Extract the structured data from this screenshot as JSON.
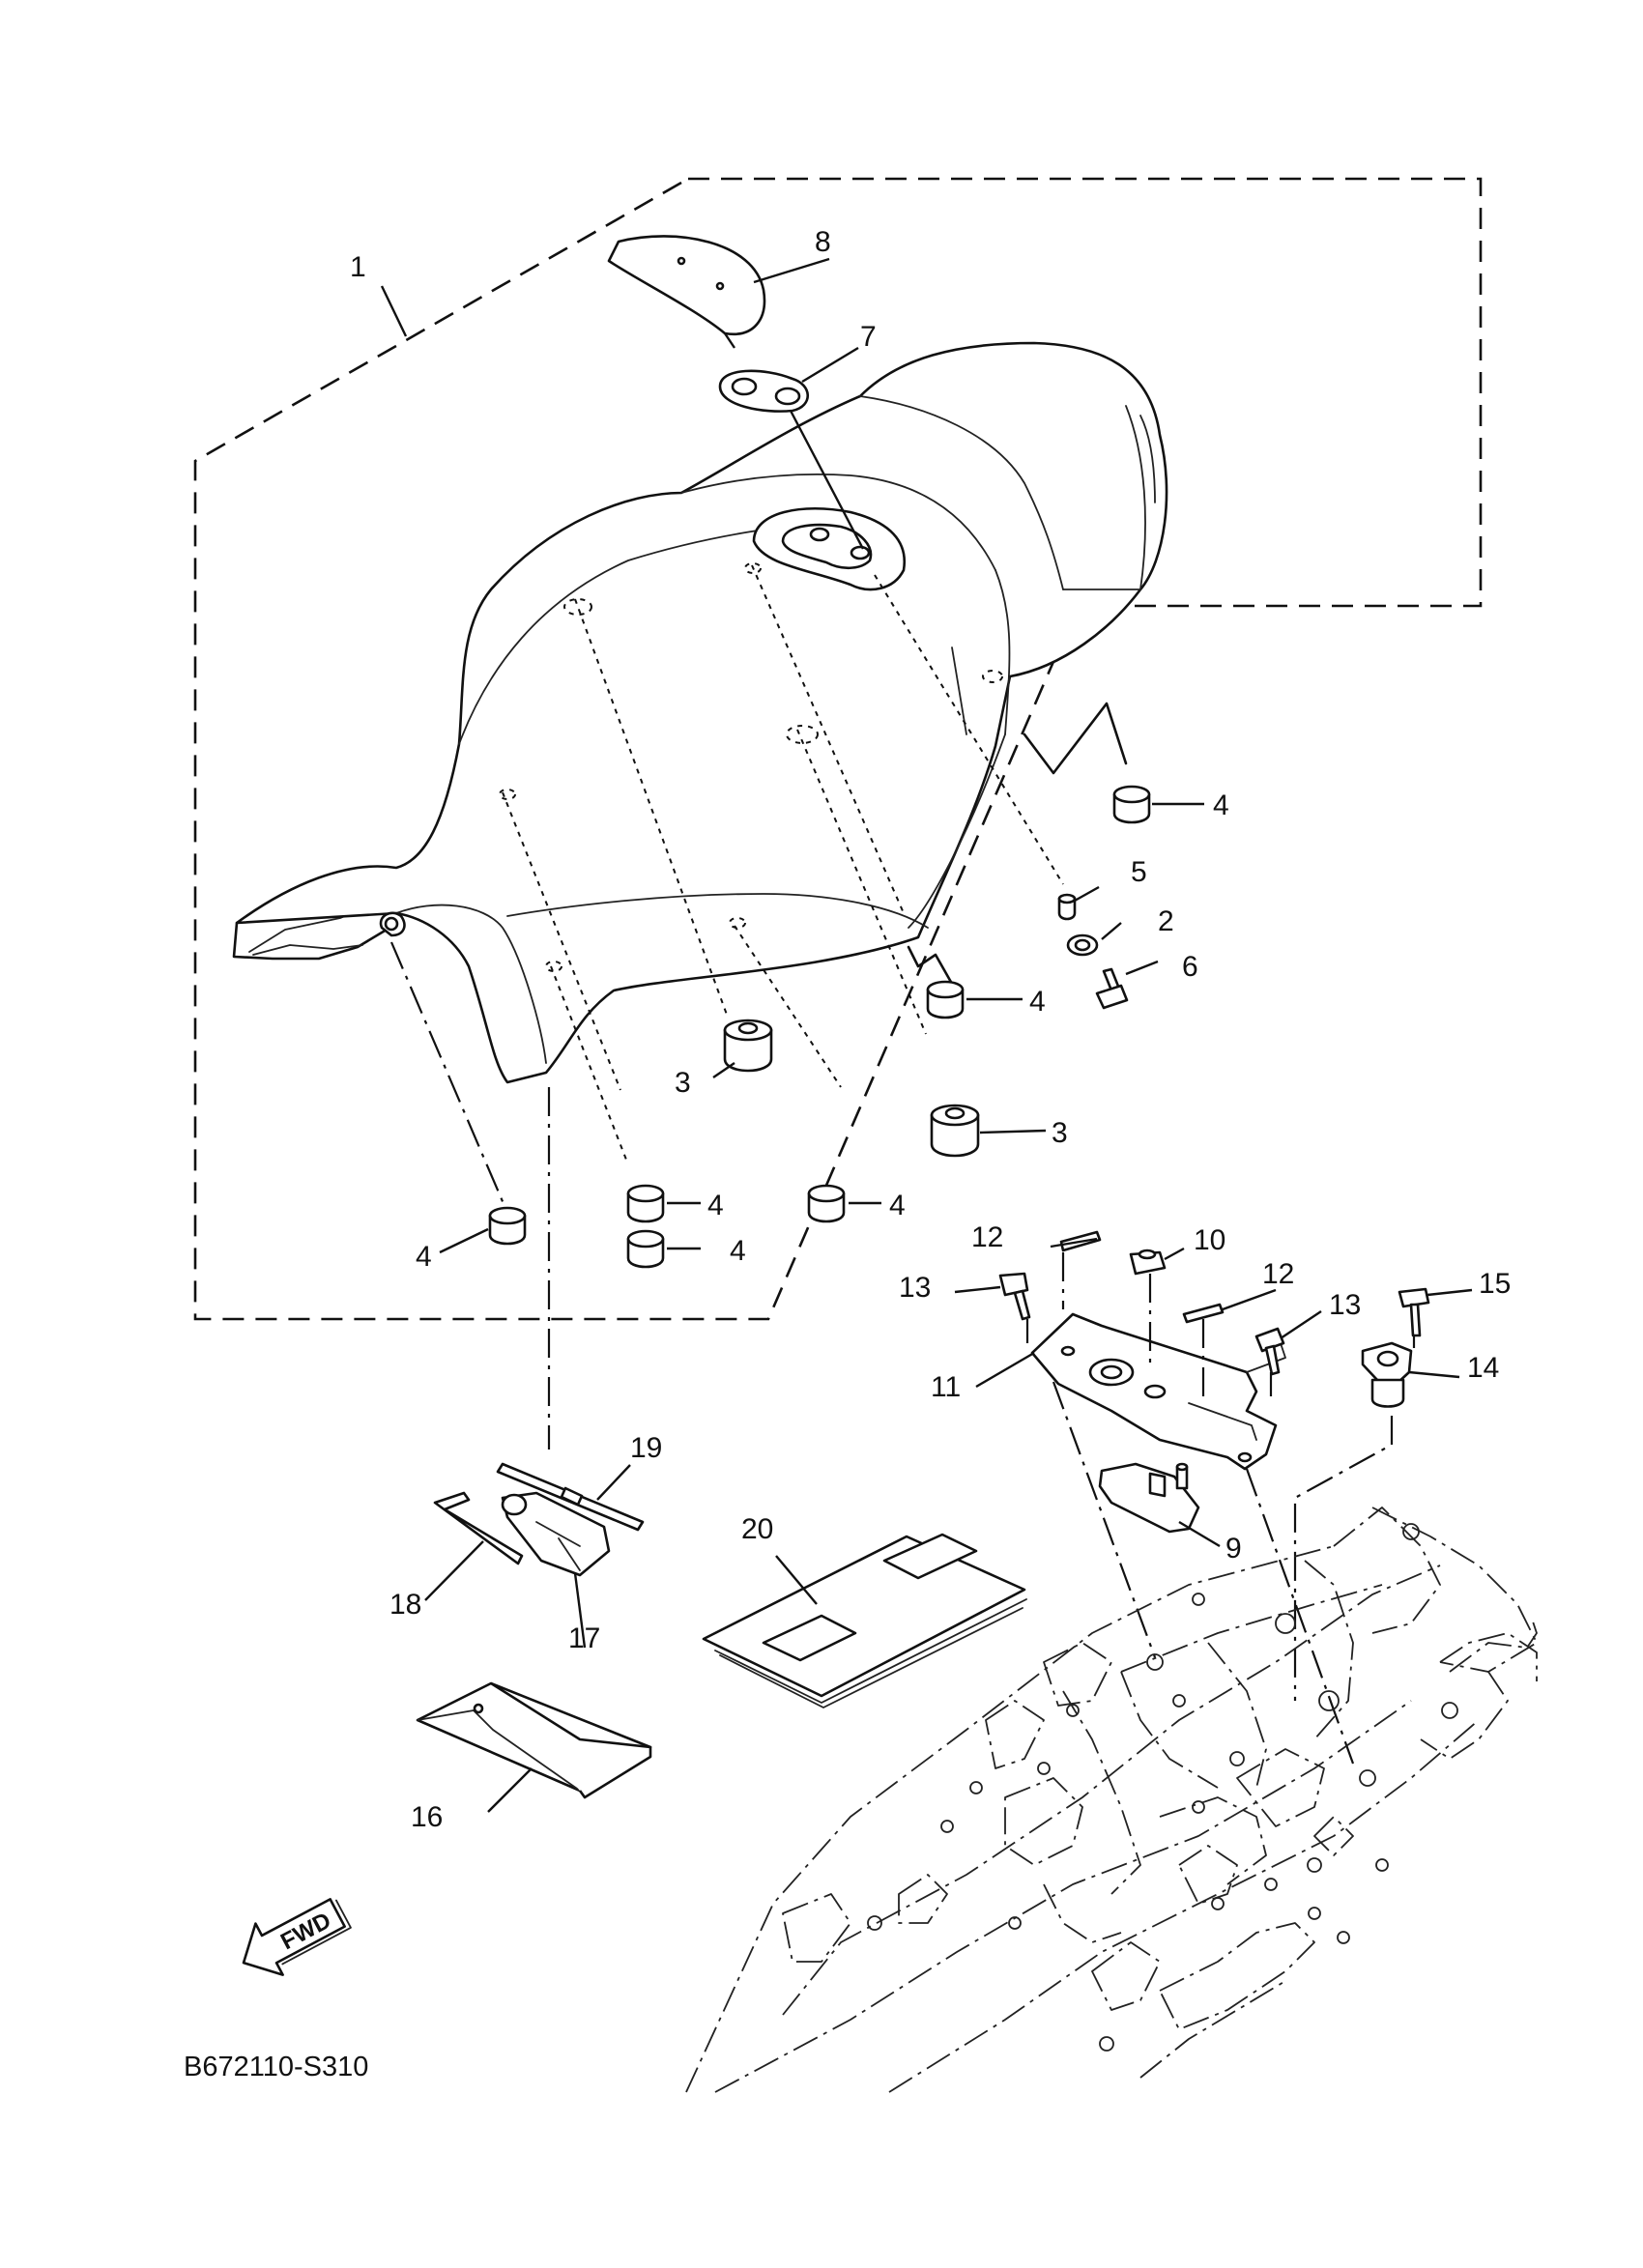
{
  "diagram": {
    "type": "exploded-parts-diagram",
    "drawing_code": "B672110-S310",
    "direction_marker": "FWD",
    "callouts": [
      {
        "id": "c1",
        "label": "1",
        "part": "seat-assembly"
      },
      {
        "id": "c2",
        "label": "2",
        "part": "washer"
      },
      {
        "id": "c3a",
        "label": "3",
        "part": "seat-damper"
      },
      {
        "id": "c3b",
        "label": "3",
        "part": "seat-damper"
      },
      {
        "id": "c4a",
        "label": "4",
        "part": "seat-damper"
      },
      {
        "id": "c4b",
        "label": "4",
        "part": "seat-damper"
      },
      {
        "id": "c4c",
        "label": "4",
        "part": "seat-damper"
      },
      {
        "id": "c4d",
        "label": "4",
        "part": "seat-damper"
      },
      {
        "id": "c4e",
        "label": "4",
        "part": "seat-damper"
      },
      {
        "id": "c4f",
        "label": "4",
        "part": "seat-damper"
      },
      {
        "id": "c5",
        "label": "5",
        "part": "collar"
      },
      {
        "id": "c6",
        "label": "6",
        "part": "bolt"
      },
      {
        "id": "c7",
        "label": "7",
        "part": "gasket"
      },
      {
        "id": "c8",
        "label": "8",
        "part": "cover"
      },
      {
        "id": "c9",
        "label": "9",
        "part": "seat-lock"
      },
      {
        "id": "c10",
        "label": "10",
        "part": "nut"
      },
      {
        "id": "c11",
        "label": "11",
        "part": "bracket"
      },
      {
        "id": "c12a",
        "label": "12",
        "part": "damper-pad"
      },
      {
        "id": "c12b",
        "label": "12",
        "part": "damper-pad"
      },
      {
        "id": "c13a",
        "label": "13",
        "part": "bolt"
      },
      {
        "id": "c13b",
        "label": "13",
        "part": "bolt"
      },
      {
        "id": "c14",
        "label": "14",
        "part": "clamp"
      },
      {
        "id": "c15",
        "label": "15",
        "part": "screw"
      },
      {
        "id": "c16",
        "label": "16",
        "part": "tool-bag"
      },
      {
        "id": "c17",
        "label": "17",
        "part": "screwdriver-handle"
      },
      {
        "id": "c18",
        "label": "18",
        "part": "hex-wrench"
      },
      {
        "id": "c19",
        "label": "19",
        "part": "screwdriver-bit"
      },
      {
        "id": "c20",
        "label": "20",
        "part": "owners-manual"
      }
    ]
  }
}
